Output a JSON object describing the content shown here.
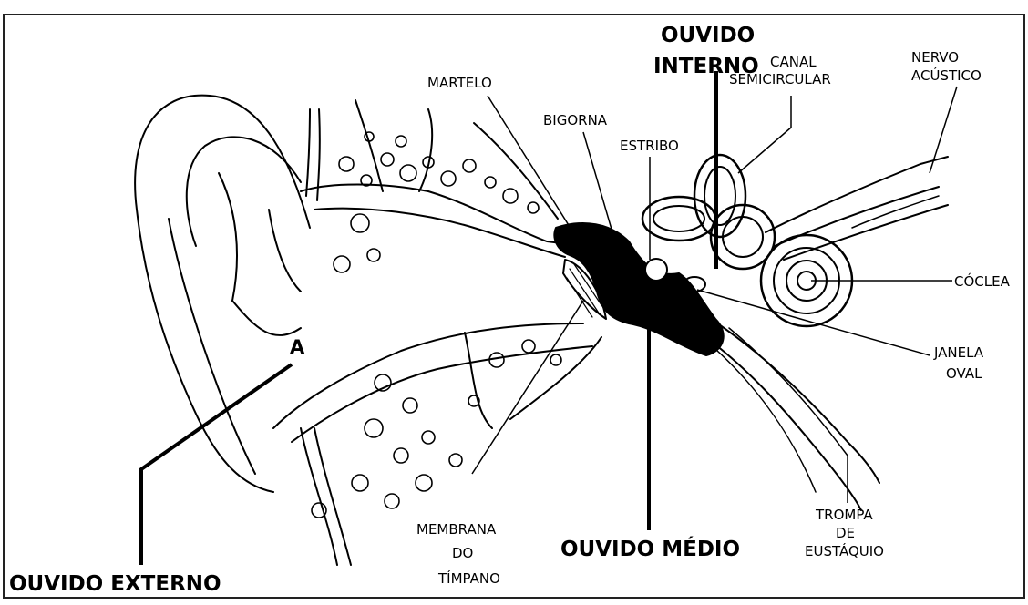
{
  "title_labels": {
    "ouvido_interno": [
      "OUVIDO",
      "INTERNO"
    ],
    "ouvido_medio": "OUVIDO MÉDIO",
    "ouvido_externo": "OUVIDO EXTERNO"
  },
  "part_labels": {
    "martelo": "MARTELO",
    "bigorna": "BIGORNA",
    "estribo": "ESTRIBO",
    "canal_semicircular": [
      "CANAL",
      "SEMICIRCULAR"
    ],
    "nervo_acustico": [
      "NERVO",
      "ACÚSTICO"
    ],
    "coclea": "CÓCLEA",
    "janela_oval": [
      "JANELA",
      "OVAL"
    ],
    "trompa_de_eustaquio": [
      "TROMPA",
      "DE",
      "EUSTÁQUIO"
    ],
    "membrana_do_timpano": [
      "MEMBRANA",
      "DO",
      "TÍMPANO"
    ],
    "a": "A"
  }
}
